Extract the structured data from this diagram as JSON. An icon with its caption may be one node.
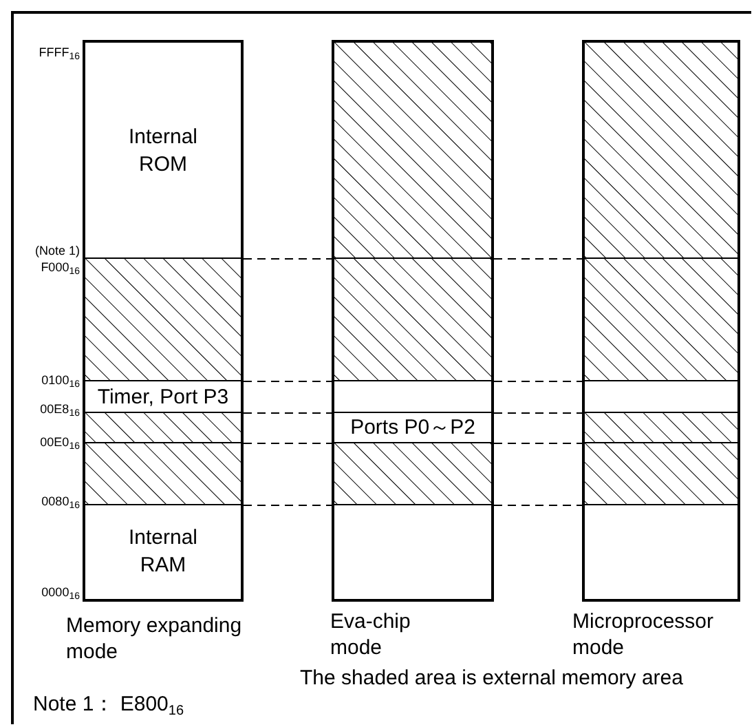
{
  "diagram": {
    "nodes": [
      {
        "text": [],
        "shape": "box",
        "beside": [
          "Memory expanding mode"
        ]
      },
      {
        "text": [
          "Internal ROM"
        ],
        "in": 0
      },
      {
        "text": [],
        "shape": "hatched",
        "in": 0
      },
      {
        "text": [
          "Timer, Port P3"
        ],
        "in": 0
      },
      {
        "text": [],
        "shape": "hatched",
        "in": 0
      },
      {
        "text": [],
        "shape": "hatched",
        "in": 0
      },
      {
        "text": [
          "Internal RAM"
        ],
        "in": 0
      },
      {
        "text": [],
        "shape": "box",
        "beside": [
          "Eva-chip mode"
        ]
      },
      {
        "text": [],
        "shape": "hatched",
        "in": 7
      },
      {
        "text": [],
        "shape": "hatched",
        "in": 7
      },
      {
        "text": [],
        "shape": "box",
        "in": 7
      },
      {
        "text": [
          "Ports P0～P2"
        ],
        "in": 7
      },
      {
        "text": [],
        "shape": "hatched",
        "in": 7
      },
      {
        "text": [],
        "shape": "box",
        "in": 7
      },
      {
        "text": [],
        "shape": "box",
        "beside": [
          "Microprocessor mode"
        ]
      },
      {
        "text": [],
        "shape": "hatched",
        "in": 14
      },
      {
        "text": [],
        "shape": "hatched",
        "in": 14
      },
      {
        "text": [],
        "shape": "box",
        "in": 14
      },
      {
        "text": [],
        "shape": "hatched",
        "in": 14
      },
      {
        "text": [],
        "shape": "hatched",
        "in": 14
      },
      {
        "text": [],
        "shape": "box",
        "in": 14
      }
    ],
    "edges": [],
    "labels": [
      "FFFF$_{16}$",
      "(Note 1)",
      "F000$_{16}$",
      "0100$_{16}$",
      "00E8$_{16}$",
      "00E0$_{16}$",
      "0080$_{16}$",
      "0000$_{16}$",
      "The shaded area is external memory area",
      "Note 1： E800$_{16}$"
    ]
  }
}
